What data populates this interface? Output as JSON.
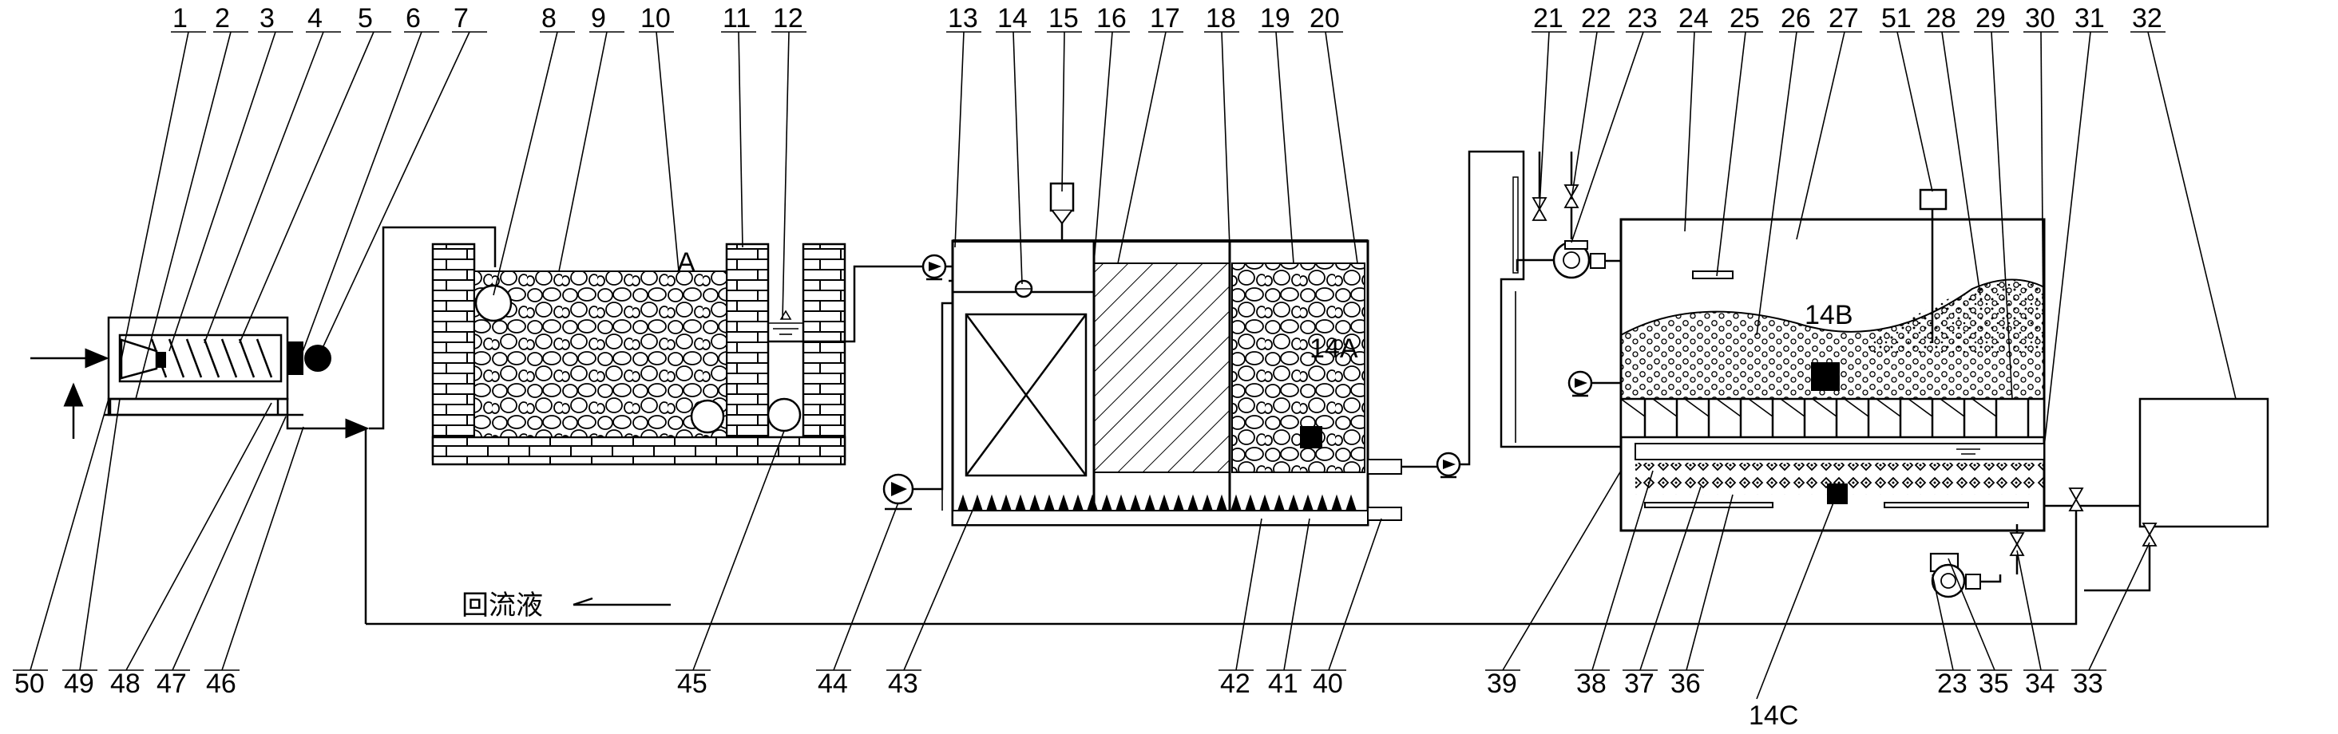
{
  "top_numbers": [
    "1",
    "2",
    "3",
    "4",
    "5",
    "6",
    "7",
    "8",
    "9",
    "10",
    "11",
    "12",
    "13",
    "14",
    "15",
    "16",
    "17",
    "18",
    "19",
    "20",
    "21",
    "22",
    "23",
    "24",
    "25",
    "26",
    "27",
    "51",
    "28",
    "29",
    "30",
    "31",
    "32"
  ],
  "bottom_numbers": [
    "50",
    "49",
    "48",
    "47",
    "46",
    "45",
    "44",
    "43",
    "42",
    "41",
    "40",
    "39",
    "38",
    "37",
    "36",
    "23",
    "35",
    "34",
    "33"
  ],
  "bottom_extra": "14C",
  "labels": {
    "a": "A",
    "b14a": "14A",
    "b14b": "14B"
  },
  "reflux_label": "回流液"
}
